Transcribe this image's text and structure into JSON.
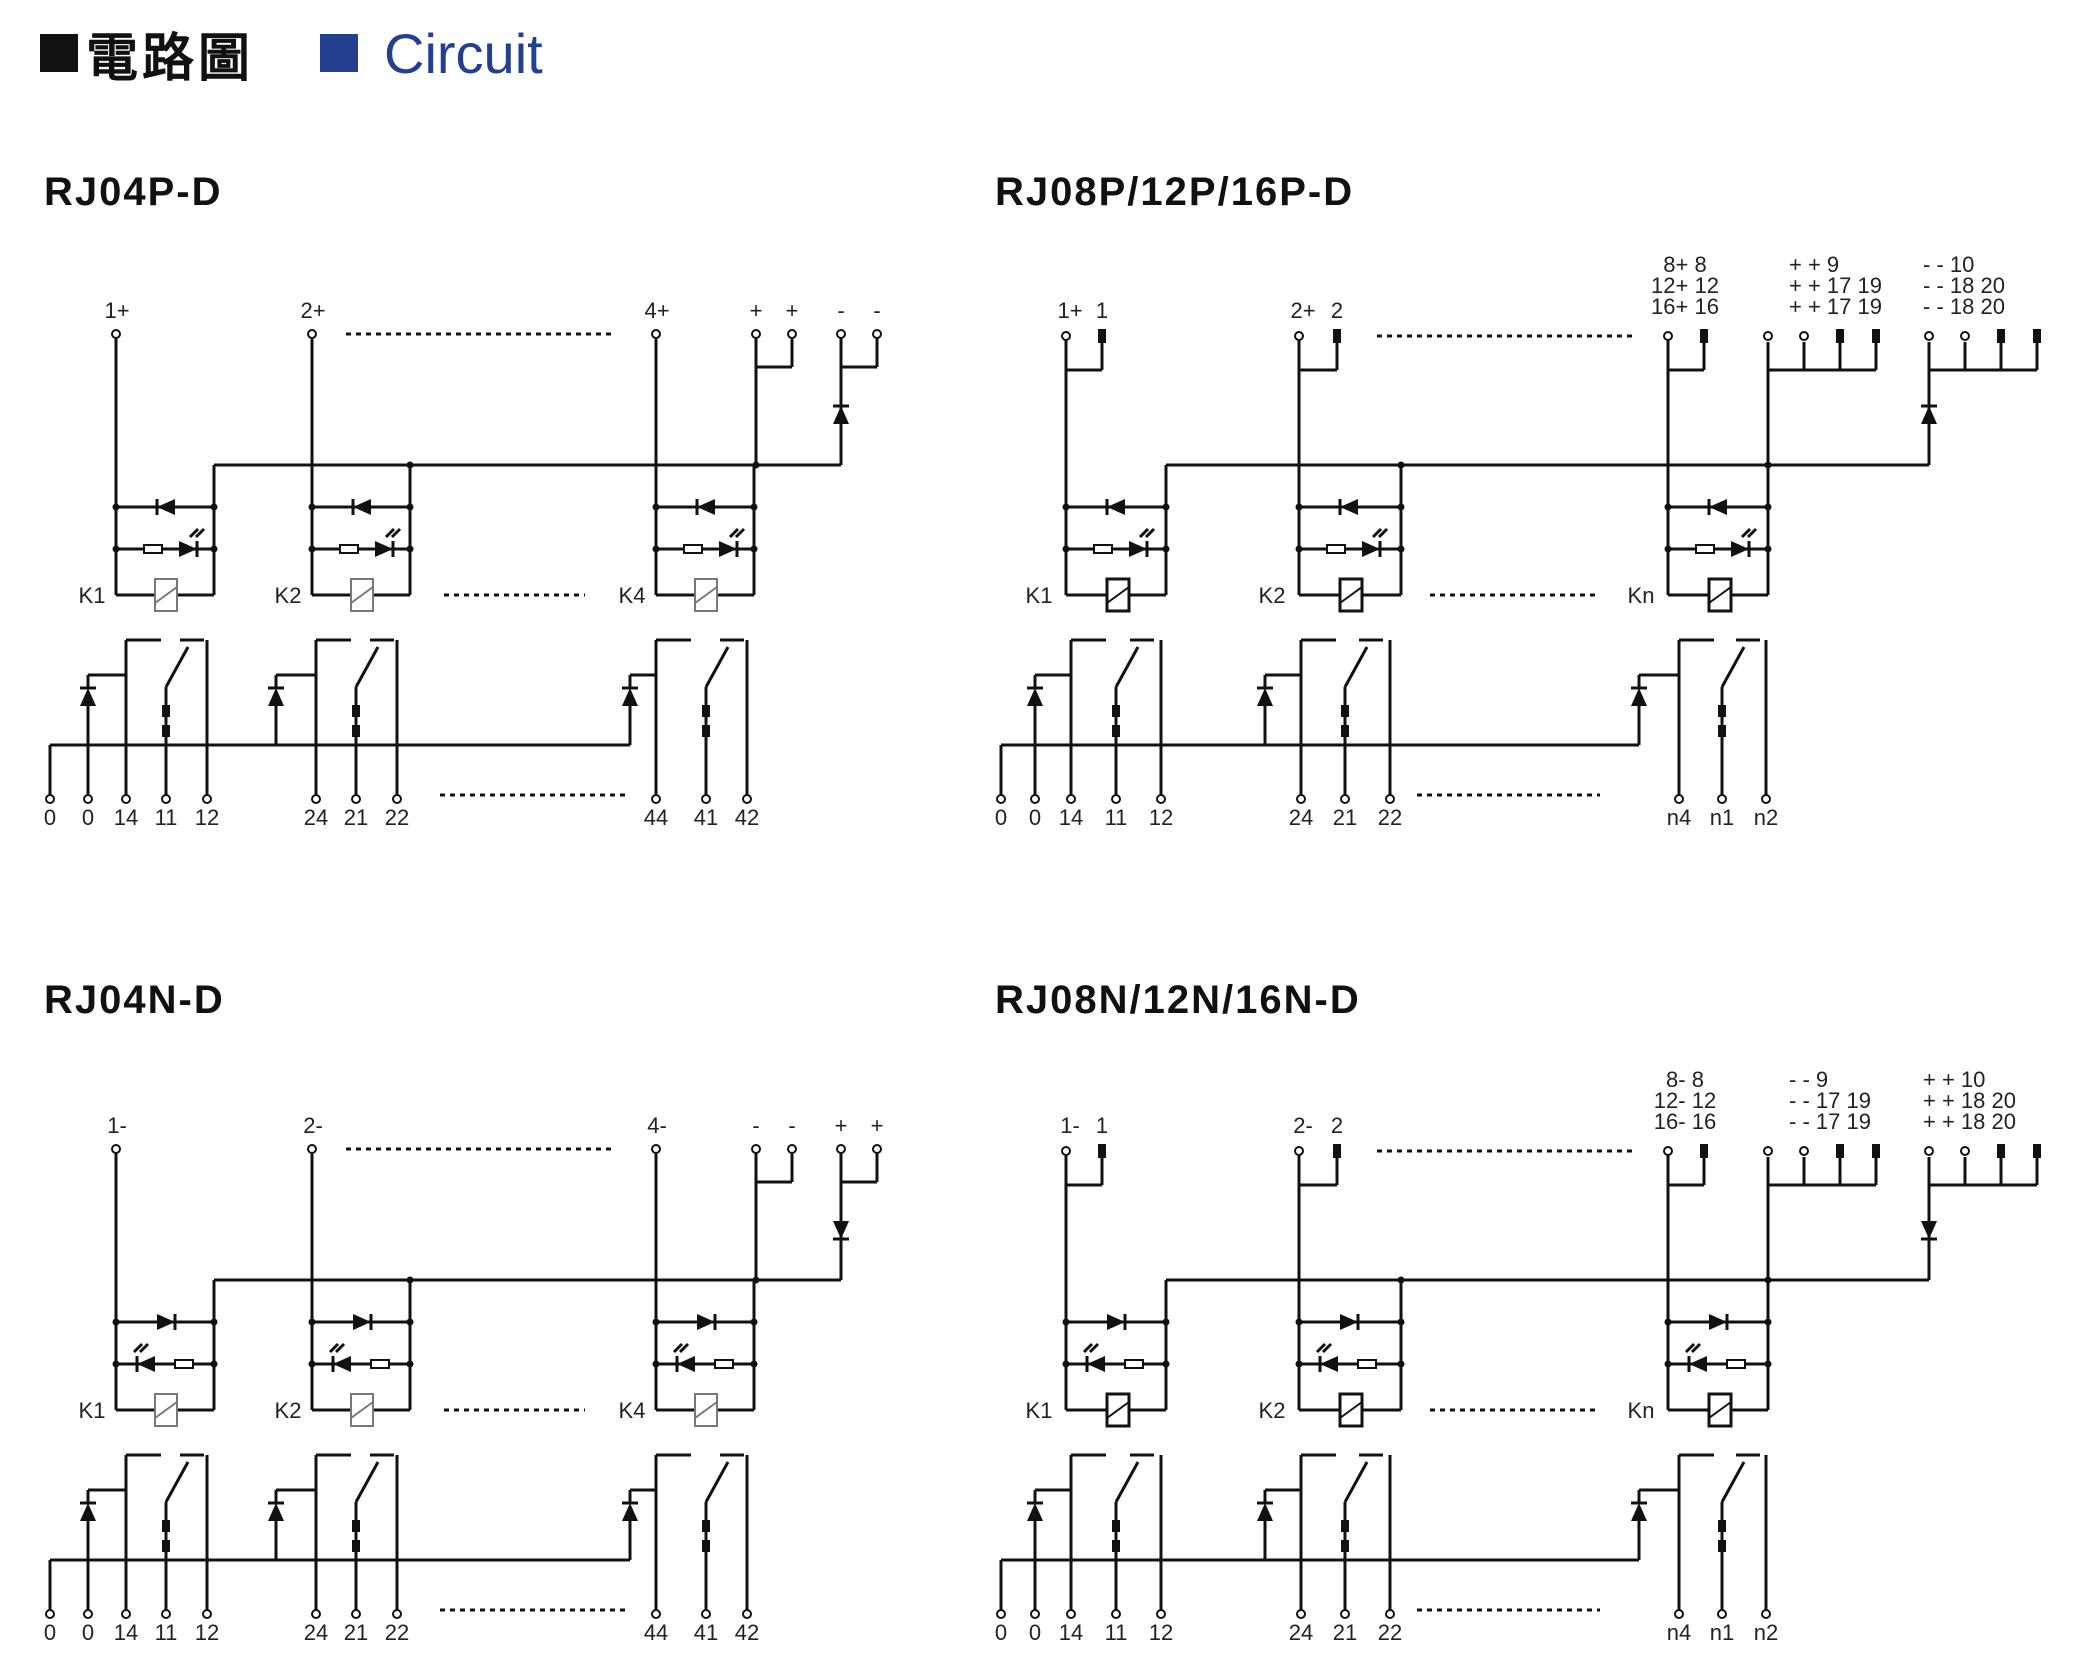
{
  "header": {
    "cn_title": "電路圖",
    "en_title": "Circuit",
    "cn_square_color": "#111111",
    "en_square_color": "#243f8f"
  },
  "panels": [
    {
      "title": "RJ04P-D",
      "type": "small",
      "polarity": "P",
      "top_labels": [
        "1+",
        "2+",
        "4+",
        "+",
        "+",
        "-",
        "-"
      ],
      "relay_labels": [
        "K1",
        "K2",
        "K4"
      ],
      "bottom_labels": [
        "0",
        "0",
        "14",
        "11",
        "12",
        "24",
        "21",
        "22",
        "44",
        "41",
        "42"
      ]
    },
    {
      "title": "RJ08P/12P/16P-D",
      "type": "large",
      "polarity": "P",
      "top_labels": [
        "1+",
        "1",
        "2+",
        "2"
      ],
      "mid_stack": [
        "8+  8",
        "12+ 12",
        "16+ 16"
      ],
      "bus_a_stack": [
        "+  +  9",
        "+  +  17 19",
        "+  +  17 19"
      ],
      "bus_b_stack": [
        "-  -  10",
        "-  -  18 20",
        "-  -  18 20"
      ],
      "relay_labels": [
        "K1",
        "K2",
        "Kn"
      ],
      "bottom_labels": [
        "0",
        "0",
        "14",
        "11",
        "12",
        "24",
        "21",
        "22",
        "n4",
        "n1",
        "n2"
      ]
    },
    {
      "title": "RJ04N-D",
      "type": "small",
      "polarity": "N",
      "top_labels": [
        "1-",
        "2-",
        "4-",
        "-",
        "-",
        "+",
        "+"
      ],
      "relay_labels": [
        "K1",
        "K2",
        "K4"
      ],
      "bottom_labels": [
        "0",
        "0",
        "14",
        "11",
        "12",
        "24",
        "21",
        "22",
        "44",
        "41",
        "42"
      ]
    },
    {
      "title": "RJ08N/12N/16N-D",
      "type": "large",
      "polarity": "N",
      "top_labels": [
        "1-",
        "1",
        "2-",
        "2"
      ],
      "mid_stack": [
        "8-  8",
        "12- 12",
        "16- 16"
      ],
      "bus_a_stack": [
        "-  -  9",
        "-  -  17 19",
        "-  -  17 19"
      ],
      "bus_b_stack": [
        "+  +  10",
        "+  +  18 20",
        "+  +  18 20"
      ],
      "relay_labels": [
        "K1",
        "K2",
        "Kn"
      ],
      "bottom_labels": [
        "0",
        "0",
        "14",
        "11",
        "12",
        "24",
        "21",
        "22",
        "n4",
        "n1",
        "n2"
      ]
    }
  ]
}
